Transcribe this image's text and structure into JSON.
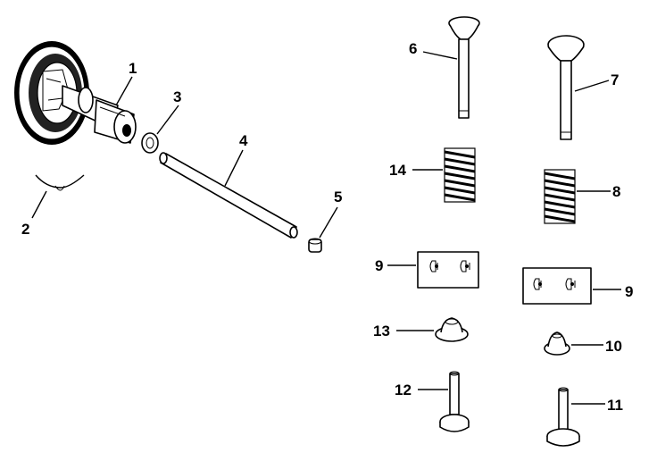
{
  "callouts": {
    "c1": "1",
    "c2": "2",
    "c3": "3",
    "c4": "4",
    "c5": "5",
    "c6": "6",
    "c7": "7",
    "c8": "8",
    "c9a": "9",
    "c9b": "9",
    "c10": "10",
    "c11": "11",
    "c12": "12",
    "c13": "13",
    "c14": "14"
  },
  "colors": {
    "ink": "#000000",
    "paper": "#ffffff"
  }
}
